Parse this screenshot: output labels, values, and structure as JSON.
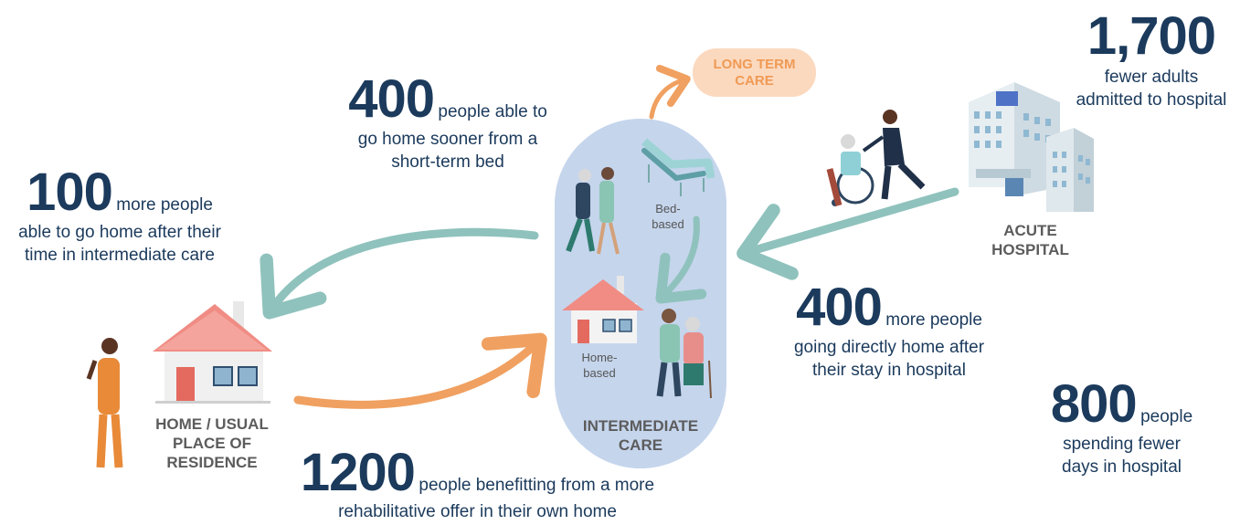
{
  "stats": {
    "admitted": {
      "number": "1,700",
      "line1": "fewer adults",
      "line2": "admitted to hospital"
    },
    "short_term": {
      "number": "400",
      "suffix": "people able to",
      "line2": "go home sooner from a",
      "line3": "short-term bed"
    },
    "after_ic": {
      "number": "100",
      "suffix": "more people",
      "line2": "able to go home after their",
      "line3": "time in intermediate care"
    },
    "direct_home": {
      "number": "400",
      "suffix": "more people",
      "line2": "going directly home after",
      "line3": "their stay in hospital"
    },
    "fewer_days": {
      "number": "800",
      "suffix": "people",
      "line2": "spending fewer",
      "line3": "days in hospital"
    },
    "rehab": {
      "number": "1200",
      "suffix": "people benefitting from a more",
      "line2": "rehabilitative offer in their own home"
    }
  },
  "labels": {
    "long_term_care": [
      "LONG TERM",
      "CARE"
    ],
    "acute_hospital": [
      "ACUTE",
      "HOSPITAL"
    ],
    "home": [
      "HOME / USUAL",
      "PLACE OF",
      "RESIDENCE"
    ],
    "intermediate_care": [
      "INTERMEDIATE",
      "CARE"
    ],
    "bed_based": [
      "Bed-",
      "based"
    ],
    "home_based": [
      "Home-",
      "based"
    ]
  },
  "colors": {
    "teal_arrow": "#8fc2bd",
    "orange_arrow": "#f0a060",
    "capsule": "#c5d5ec",
    "long_term_bg": "#fbd9bf",
    "long_term_text": "#ef9a55",
    "navy_text": "#1b3a5c",
    "roof": "#f08c84"
  }
}
